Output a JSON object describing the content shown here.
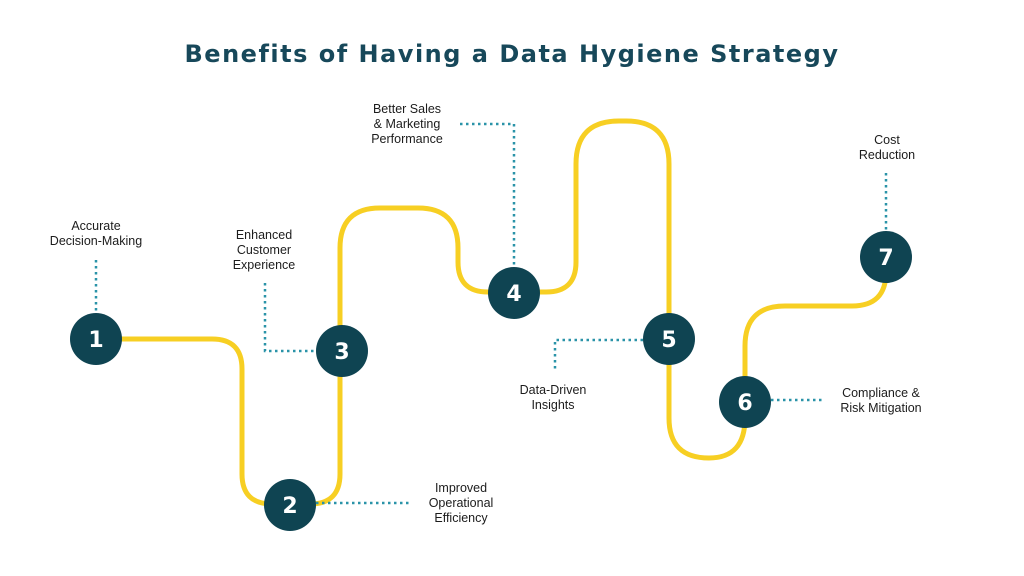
{
  "title": "Benefits of Having a Data Hygiene Strategy",
  "colors": {
    "title": "#17485a",
    "path": "#f7cf23",
    "node": "#0f4452",
    "connector": "#2a93a8",
    "text": "#1c1c1c"
  },
  "steps": [
    {
      "number": "1",
      "label": "Accurate\nDecision-Making"
    },
    {
      "number": "2",
      "label": "Improved\nOperational\nEfficiency"
    },
    {
      "number": "3",
      "label": "Enhanced\nCustomer\nExperience"
    },
    {
      "number": "4",
      "label": "Better Sales\n& Marketing\nPerformance"
    },
    {
      "number": "5",
      "label": "Data-Driven\nInsights"
    },
    {
      "number": "6",
      "label": "Compliance &\nRisk Mitigation"
    },
    {
      "number": "7",
      "label": "Cost\nReduction"
    }
  ]
}
